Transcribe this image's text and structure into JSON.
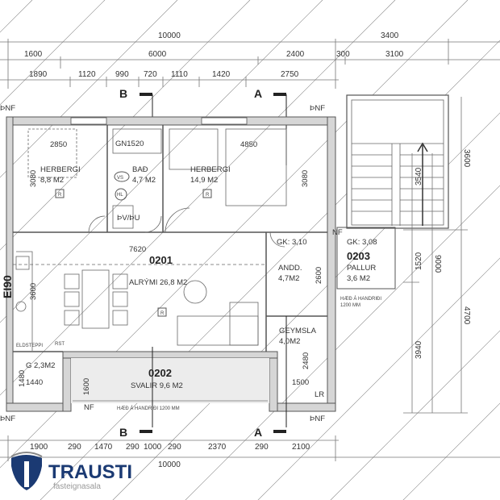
{
  "dimensions": {
    "top_row1": {
      "total": "10000",
      "stair": "3400"
    },
    "top_row2": [
      "1600",
      "6000",
      "2400",
      "300",
      "3100"
    ],
    "top_row3": [
      "1890",
      "1120",
      "990",
      "720",
      "1110",
      "1420",
      "2750"
    ],
    "bottom_row1": [
      "1900",
      "290",
      "1470",
      "290",
      "1000",
      "290",
      "2370",
      "290",
      "2100"
    ],
    "bottom_row2": {
      "total": "10000"
    },
    "right": [
      "3540",
      "3600",
      "1520",
      "9000",
      "3940",
      "4700"
    ],
    "internal": {
      "herbergi1_w": "2850",
      "herbergi1_h": "3080",
      "bad_gn": "GN1520",
      "herbergi2_w": "4850",
      "herbergi2_h": "3080",
      "alrymi_w": "7620",
      "alrymi_h": "3600",
      "andd_h": "2600",
      "geymsla_h": "2480",
      "geymsla_w": "1500",
      "g_h": "1480",
      "g_w": "1440",
      "svalir_h": "1600"
    }
  },
  "section_markers": {
    "b_top": "B",
    "a_top": "A",
    "b_bottom": "B",
    "a_bottom": "A"
  },
  "rooms": {
    "herbergi1": {
      "name": "HERBERGI",
      "area": "8,8 M2",
      "tag": "R"
    },
    "bad": {
      "name": "BAÐ",
      "area": "4,7 M2",
      "vs": "VS",
      "hl": "HL",
      "pv": "ÞV/ÞU"
    },
    "herbergi2": {
      "name": "HERBERGI",
      "area": "14,9 M2",
      "tag": "R"
    },
    "alrymi": {
      "number": "0201",
      "name": "ALRÝMI 26,8 M2",
      "tag": "R"
    },
    "andd": {
      "gk": "GK: 3,10",
      "name": "ANDD.",
      "area": "4,7M2"
    },
    "pallur": {
      "gk": "GK: 3,08",
      "number": "0203",
      "name": "PALLUR",
      "area": "3,6 M2",
      "note1": "HÆÐ Á HANDRIÐI",
      "note2": "1200 MM"
    },
    "geymsla": {
      "name": "GEYMSLA",
      "area": "4,0M2",
      "lr": "LR"
    },
    "svalir": {
      "number": "0202",
      "name": "SVALIR 9,6 M2",
      "note": "HÆÐ Á HANDRIÐI 1200 MM",
      "nf": "NF"
    },
    "g": {
      "name": "G 2,3M2",
      "elds": "ELDSTEPPI",
      "rst": "RST"
    }
  },
  "wall_labels": {
    "pnf_tl": "ÞNF",
    "pnf_tr": "ÞNF",
    "nf_right": "NF",
    "pnf_bl": "ÞNF",
    "pnf_br": "ÞNF",
    "ei90": "EI90"
  },
  "logo": {
    "name": "TRAUSTI",
    "sub": "fasteignasala",
    "color": "#1b3a73"
  }
}
